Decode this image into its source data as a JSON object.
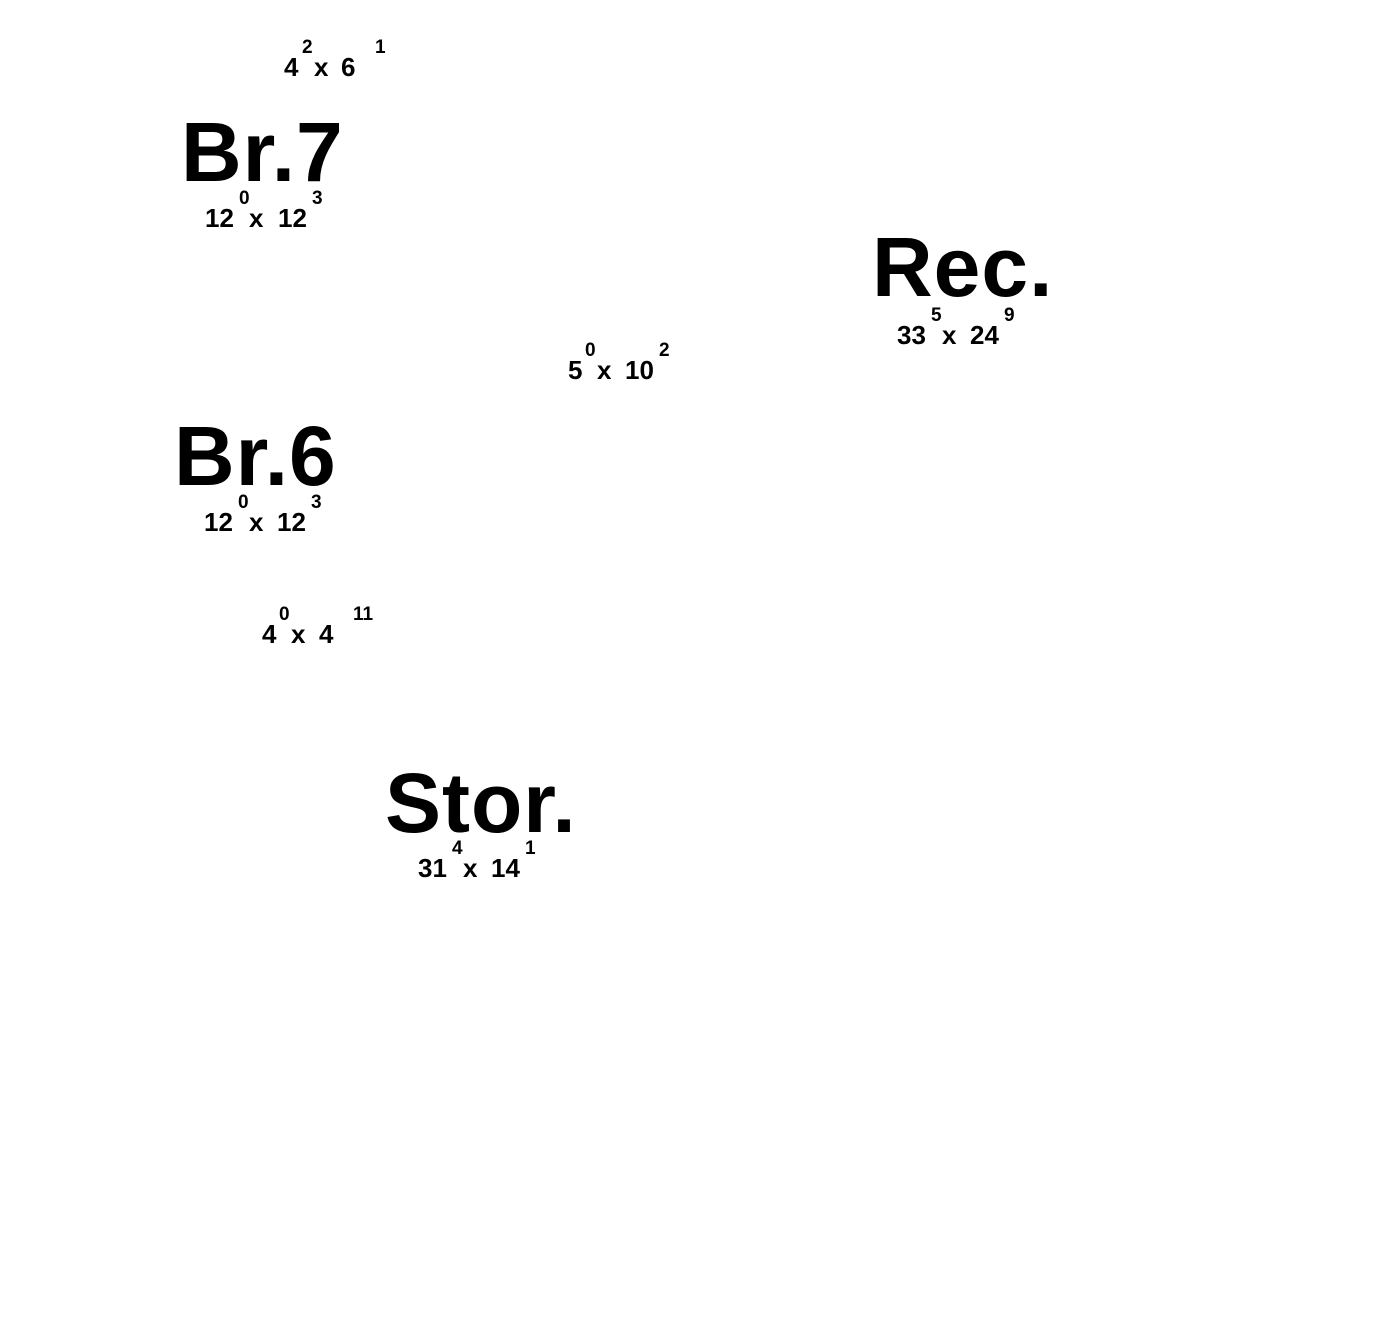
{
  "rooms": {
    "br7": {
      "name": "Br.7",
      "dim": {
        "w": "12",
        "w_in": "0",
        "x": "x",
        "h": "12",
        "h_in": "3"
      }
    },
    "rec": {
      "name": "Rec.",
      "dim": {
        "w": "33",
        "w_in": "5",
        "x": "x",
        "h": "24",
        "h_in": "9"
      }
    },
    "br6": {
      "name": "Br.6",
      "dim": {
        "w": "12",
        "w_in": "0",
        "x": "x",
        "h": "12",
        "h_in": "3"
      }
    },
    "stor": {
      "name": "Stor.",
      "dim": {
        "w": "31",
        "w_in": "4",
        "x": "x",
        "h": "14",
        "h_in": "1"
      }
    }
  },
  "unlabeled": {
    "a": {
      "w": "4",
      "w_in": "2",
      "x": "x",
      "h": "6",
      "h_in": "1"
    },
    "b": {
      "w": "5",
      "w_in": "0",
      "x": "x",
      "h": "10",
      "h_in": "2"
    },
    "c": {
      "w": "4",
      "w_in": "0",
      "x": "x",
      "h": "4",
      "h_in": "11"
    }
  }
}
